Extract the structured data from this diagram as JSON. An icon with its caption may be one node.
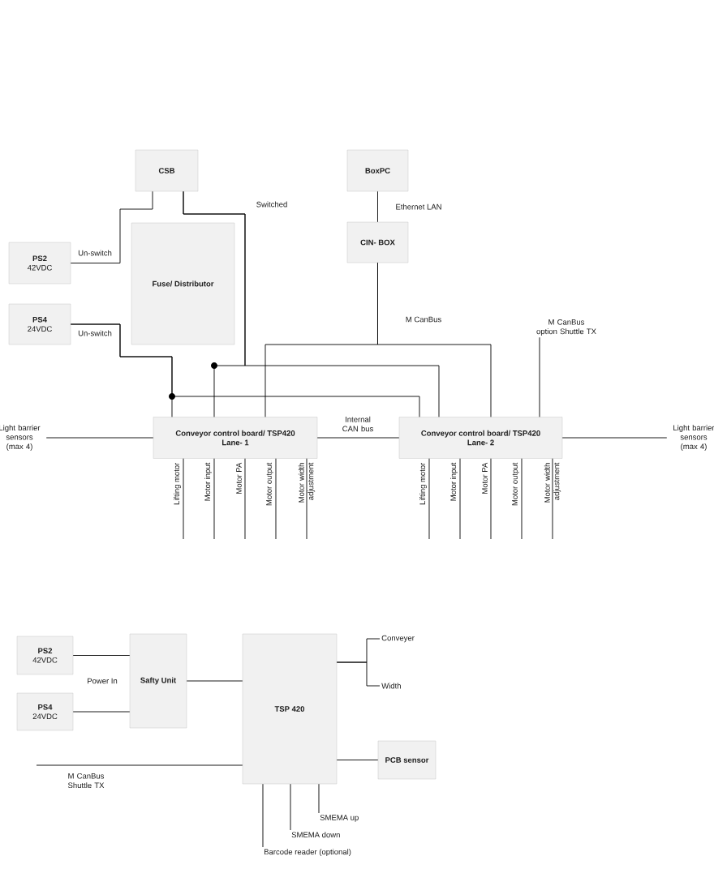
{
  "diagram": {
    "nodes": [
      {
        "text": [
          "CSB"
        ]
      },
      {
        "text": [
          "BoxPC"
        ]
      },
      {
        "text": [
          "PS2",
          "42VDC"
        ]
      },
      {
        "text": [
          "Fuse/ Distributor"
        ]
      },
      {
        "text": [
          "CIN- BOX"
        ]
      },
      {
        "text": [
          "PS4",
          "24VDC"
        ]
      },
      {
        "text": [
          "Conveyor control board/ TSP420",
          "Lane- 1"
        ]
      },
      {
        "text": [
          "Conveyor control board/ TSP420",
          "Lane- 2"
        ]
      },
      {
        "text": [
          "Light barrier sensors (max 4)"
        ]
      },
      {
        "text": [
          "Light barrier sensors (max 4)"
        ]
      },
      {
        "text": [
          "M CanBus option Shuttle TX"
        ]
      },
      {
        "text": [
          "PS2",
          "42VDC"
        ]
      },
      {
        "text": [
          "PS4",
          "24VDC"
        ]
      },
      {
        "text": [
          "Safty Unit"
        ]
      },
      {
        "text": [
          "TSP 420"
        ]
      },
      {
        "text": [
          "Conveyer"
        ]
      },
      {
        "text": [
          "Width"
        ]
      },
      {
        "text": [
          "PCB sensor"
        ]
      },
      {
        "text": [
          "SMEMA up"
        ]
      },
      {
        "text": [
          "SMEMA down"
        ]
      },
      {
        "text": [
          "Barcode reader (optional)"
        ]
      }
    ],
    "edges": [
      {
        "from": 2,
        "to": 0,
        "arrow": "none",
        "label": "Un-switch"
      },
      {
        "from": 0,
        "to": 6,
        "arrow": "none",
        "label": "Switched"
      },
      {
        "from": 0,
        "to": 7,
        "arrow": "none"
      },
      {
        "from": 5,
        "to": 6,
        "arrow": "none",
        "label": "Un-switch"
      },
      {
        "from": 5,
        "to": 7,
        "arrow": "none"
      },
      {
        "from": 1,
        "to": 4,
        "arrow": "none",
        "label": "Ethernet LAN"
      },
      {
        "from": 4,
        "to": 6,
        "arrow": "none",
        "label": "M CanBus"
      },
      {
        "from": 4,
        "to": 7,
        "arrow": "none"
      },
      {
        "from": 10,
        "to": 7,
        "arrow": "none"
      },
      {
        "from": 6,
        "to": 7,
        "arrow": "none",
        "label": "Internal CAN bus"
      },
      {
        "from": 8,
        "to": 6,
        "arrow": "none"
      },
      {
        "from": 7,
        "to": 9,
        "arrow": "none"
      },
      {
        "from": 6,
        "to": null,
        "arrow": "none",
        "label": "Lifting motor"
      },
      {
        "from": 6,
        "to": null,
        "arrow": "none",
        "label": "Motor input"
      },
      {
        "from": 6,
        "to": null,
        "arrow": "none",
        "label": "Motor PA"
      },
      {
        "from": 6,
        "to": null,
        "arrow": "none",
        "label": "Motor output"
      },
      {
        "from": 6,
        "to": null,
        "arrow": "none",
        "label": "Motor width adjustment"
      },
      {
        "from": 7,
        "to": null,
        "arrow": "none",
        "label": "Lifting motor"
      },
      {
        "from": 7,
        "to": null,
        "arrow": "none",
        "label": "Motor input"
      },
      {
        "from": 7,
        "to": null,
        "arrow": "none",
        "label": "Motor PA"
      },
      {
        "from": 7,
        "to": null,
        "arrow": "none",
        "label": "Motor output"
      },
      {
        "from": 7,
        "to": null,
        "arrow": "none",
        "label": "Motor width adjustment"
      },
      {
        "from": 11,
        "to": 13,
        "arrow": "none"
      },
      {
        "from": 12,
        "to": 13,
        "arrow": "none"
      },
      {
        "from": 13,
        "to": 14,
        "arrow": "none"
      },
      {
        "from": null,
        "to": 14,
        "arrow": "none",
        "label": "M CanBus Shuttle TX"
      },
      {
        "from": 14,
        "to": 15,
        "arrow": "none"
      },
      {
        "from": 14,
        "to": 16,
        "arrow": "none"
      },
      {
        "from": 14,
        "to": 17,
        "arrow": "none"
      },
      {
        "from": 14,
        "to": 18,
        "arrow": "none"
      },
      {
        "from": 14,
        "to": 19,
        "arrow": "none"
      },
      {
        "from": 14,
        "to": 20,
        "arrow": "none"
      }
    ],
    "labels": [
      "Power In"
    ]
  }
}
